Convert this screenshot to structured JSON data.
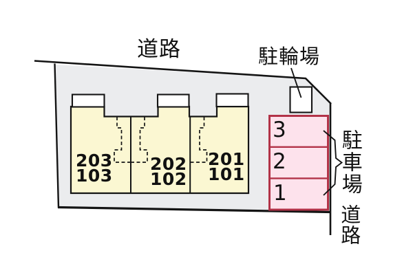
{
  "labels": {
    "road_top": "道路",
    "bicycle_parking": "駐輪場",
    "car_parking": "駐車場",
    "road_right": "道路"
  },
  "building": {
    "units": [
      {
        "upper": "203",
        "lower": "103"
      },
      {
        "upper": "202",
        "lower": "102"
      },
      {
        "upper": "201",
        "lower": "101"
      }
    ]
  },
  "parking": {
    "spaces": [
      "3",
      "2",
      "1"
    ]
  },
  "colors": {
    "ground": "#EBECEE",
    "building_fill": "#FBF7D2",
    "parking_fill": "#FDE2EC",
    "parking_border": "#B23247",
    "line": "#141414",
    "text": "#111111"
  }
}
